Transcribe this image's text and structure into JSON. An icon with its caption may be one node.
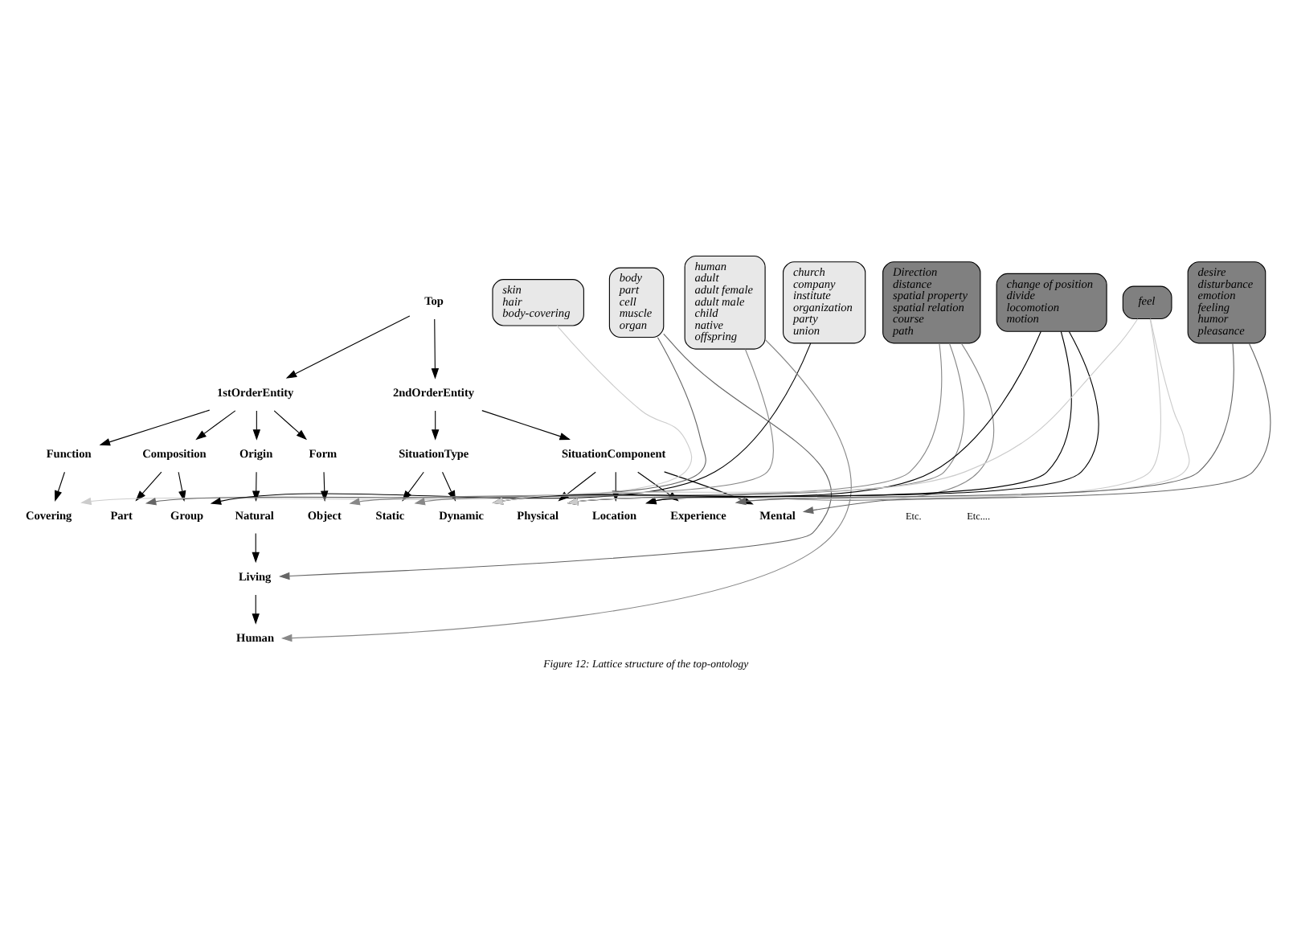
{
  "diagram": {
    "caption": "Figure 12: Lattice structure of the top-ontology",
    "nodes": [
      {
        "text": [
          "Top"
        ]
      },
      {
        "text": [
          "1stOrderEntity"
        ]
      },
      {
        "text": [
          "2ndOrderEntity"
        ]
      },
      {
        "text": [
          "Function"
        ]
      },
      {
        "text": [
          "Composition"
        ]
      },
      {
        "text": [
          "Origin"
        ]
      },
      {
        "text": [
          "Form"
        ]
      },
      {
        "text": [
          "SituationType"
        ]
      },
      {
        "text": [
          "SituationComponent"
        ]
      },
      {
        "text": [
          "Covering"
        ]
      },
      {
        "text": [
          "Part"
        ]
      },
      {
        "text": [
          "Group"
        ]
      },
      {
        "text": [
          "Natural"
        ]
      },
      {
        "text": [
          "Object"
        ]
      },
      {
        "text": [
          "Static"
        ]
      },
      {
        "text": [
          "Dynamic"
        ]
      },
      {
        "text": [
          "Physical"
        ]
      },
      {
        "text": [
          "Location"
        ]
      },
      {
        "text": [
          "Experience"
        ]
      },
      {
        "text": [
          "Mental"
        ]
      },
      {
        "text": [
          "Living"
        ]
      },
      {
        "text": [
          "Human"
        ]
      },
      {
        "text": [
          "skin",
          "hair",
          "body-covering"
        ]
      },
      {
        "text": [
          "body",
          "part",
          "cell",
          "muscle",
          "organ"
        ]
      },
      {
        "text": [
          "church",
          "company",
          "institute",
          "organization",
          "party",
          "union"
        ]
      },
      {
        "text": [
          "human",
          "adult",
          "adult female",
          "adult male",
          "child",
          "native",
          "offspring"
        ]
      },
      {
        "text": [
          "Direction",
          "distance",
          "spatial property",
          "spatial relation",
          "course",
          "path"
        ]
      },
      {
        "text": [
          "change of position",
          "divide",
          "locomotion",
          "motion"
        ]
      },
      {
        "text": [
          "feel"
        ]
      },
      {
        "text": [
          "desire",
          "disturbance",
          "emotion",
          "feeling",
          "humor",
          "pleasance"
        ]
      }
    ],
    "edges": [
      {
        "from": 0,
        "to": 1,
        "arrow": "to"
      },
      {
        "from": 0,
        "to": 2,
        "arrow": "to"
      },
      {
        "from": 1,
        "to": 3,
        "arrow": "to"
      },
      {
        "from": 1,
        "to": 4,
        "arrow": "to"
      },
      {
        "from": 1,
        "to": 5,
        "arrow": "to"
      },
      {
        "from": 1,
        "to": 6,
        "arrow": "to"
      },
      {
        "from": 2,
        "to": 7,
        "arrow": "to"
      },
      {
        "from": 2,
        "to": 8,
        "arrow": "to"
      },
      {
        "from": 3,
        "to": 9,
        "arrow": "to"
      },
      {
        "from": 4,
        "to": 10,
        "arrow": "to"
      },
      {
        "from": 4,
        "to": 11,
        "arrow": "to"
      },
      {
        "from": 5,
        "to": 12,
        "arrow": "to"
      },
      {
        "from": 6,
        "to": 13,
        "arrow": "to"
      },
      {
        "from": 7,
        "to": 14,
        "arrow": "to"
      },
      {
        "from": 7,
        "to": 15,
        "arrow": "to"
      },
      {
        "from": 8,
        "to": 16,
        "arrow": "to"
      },
      {
        "from": 8,
        "to": 17,
        "arrow": "to"
      },
      {
        "from": 8,
        "to": 18,
        "arrow": "to"
      },
      {
        "from": 8,
        "to": 19,
        "arrow": "to"
      },
      {
        "from": 12,
        "to": 20,
        "arrow": "to"
      },
      {
        "from": 20,
        "to": 21,
        "arrow": "to"
      },
      {
        "from": 22,
        "to": 9,
        "arrow": "to",
        "color": "#cccccc"
      },
      {
        "from": 23,
        "to": 10,
        "arrow": "to",
        "color": "#666666"
      },
      {
        "from": 23,
        "to": 20,
        "arrow": "to",
        "color": "#666666"
      },
      {
        "from": 24,
        "to": 11,
        "arrow": "to"
      },
      {
        "from": 25,
        "to": 13,
        "arrow": "to",
        "color": "#888888"
      },
      {
        "from": 25,
        "to": 21,
        "arrow": "to",
        "color": "#888888"
      },
      {
        "from": 26,
        "to": 14,
        "arrow": "to",
        "color": "#888888"
      },
      {
        "from": 26,
        "to": 16,
        "arrow": "to",
        "color": "#888888"
      },
      {
        "from": 26,
        "to": 17,
        "arrow": "to",
        "color": "#888888"
      },
      {
        "from": 27,
        "to": 15,
        "arrow": "to"
      },
      {
        "from": 27,
        "to": 16,
        "arrow": "to"
      },
      {
        "from": 27,
        "to": 17,
        "arrow": "to"
      },
      {
        "from": 28,
        "to": 15,
        "arrow": "to",
        "color": "#cccccc"
      },
      {
        "from": 28,
        "to": 16,
        "arrow": "to",
        "color": "#cccccc"
      },
      {
        "from": 28,
        "to": 18,
        "arrow": "to",
        "color": "#cccccc"
      },
      {
        "from": 29,
        "to": 18,
        "arrow": "to",
        "color": "#666666"
      },
      {
        "from": 29,
        "to": 19,
        "arrow": "to",
        "color": "#666666"
      }
    ],
    "labels": [
      "Etc.",
      "Etc...."
    ]
  }
}
